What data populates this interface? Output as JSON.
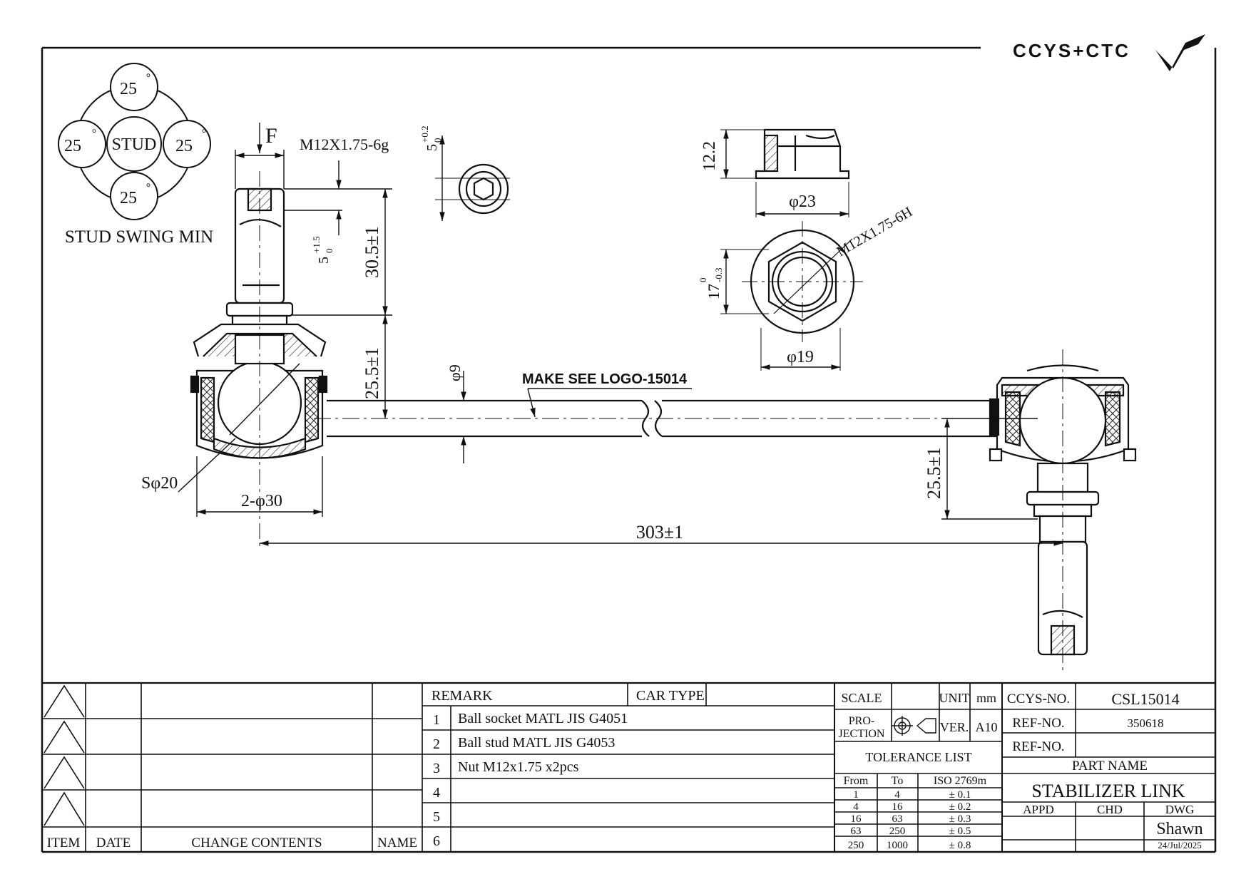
{
  "brand": {
    "logo_text": "CCYS+CTC"
  },
  "swing": {
    "title": "STUD SWING MIN",
    "center": "STUD",
    "top": "25",
    "left": "25",
    "right": "25",
    "bottom": "25",
    "degree": "°"
  },
  "dims": {
    "force": "F",
    "thread_stud": "M12X1.75-6g",
    "hex_depth": "5",
    "hex_depth_upper": "+1.5",
    "hex_depth_lower": "0",
    "hex_size": "5",
    "hex_size_upper": "+0.2",
    "hex_size_lower": "0",
    "stud_length": "30.5±1",
    "ball_height_left": "25.5±1",
    "ball_height_right": "25.5±1",
    "rod_dia": "φ9",
    "ball_sphere": "Sφ20",
    "housing_dia": "2-φ30",
    "overall_length": "303±1",
    "nut_height": "12.2",
    "nut_flange_dia": "φ23",
    "nut_hex": "17",
    "nut_hex_upper": "0",
    "nut_hex_lower": "-0.3",
    "nut_thread": "M12X1.75-6H",
    "nut_inner_dia": "φ19",
    "note": "MAKE SEE LOGO-15014"
  },
  "revision": {
    "headers": {
      "item": "ITEM",
      "date": "DATE",
      "change": "CHANGE CONTENTS",
      "name": "NAME"
    }
  },
  "remark": {
    "label": "REMARK",
    "car_type_label": "CAR TYPE",
    "rows": [
      {
        "n": "1",
        "text": "Ball socket MATL JIS G4051"
      },
      {
        "n": "2",
        "text": "Ball stud MATL JIS G4053"
      },
      {
        "n": "3",
        "text": "Nut M12x1.75 x2pcs"
      },
      {
        "n": "4",
        "text": ""
      },
      {
        "n": "5",
        "text": ""
      },
      {
        "n": "6",
        "text": ""
      }
    ]
  },
  "title_block": {
    "scale_label": "SCALE",
    "unit_label": "UNIT",
    "unit_value": "mm",
    "projection_label_1": "PRO-",
    "projection_label_2": "JECTION",
    "ver_label": "VER.",
    "ver_value": "A10",
    "tolerance_title": "TOLERANCE LIST",
    "tol_from": "From",
    "tol_to": "To",
    "tol_std": "ISO 2769m",
    "tolerances": [
      {
        "from": "1",
        "to": "4",
        "tol": "± 0.1"
      },
      {
        "from": "4",
        "to": "16",
        "tol": "± 0.2"
      },
      {
        "from": "16",
        "to": "63",
        "tol": "± 0.3"
      },
      {
        "from": "63",
        "to": "250",
        "tol": "± 0.5"
      },
      {
        "from": "250",
        "to": "1000",
        "tol": "± 0.8"
      }
    ],
    "ccys_label": "CCYS-NO.",
    "ccys_value": "CSL15014",
    "ref1_label": "REF-NO.",
    "ref1_value": "350618",
    "ref2_label": "REF-NO.",
    "ref2_value": "",
    "part_name_label": "PART NAME",
    "part_name": "STABILIZER LINK",
    "appd": "APPD",
    "chd": "CHD",
    "dwg": "DWG",
    "drawn_by": "Shawn",
    "date": "24/Jul/2025"
  }
}
